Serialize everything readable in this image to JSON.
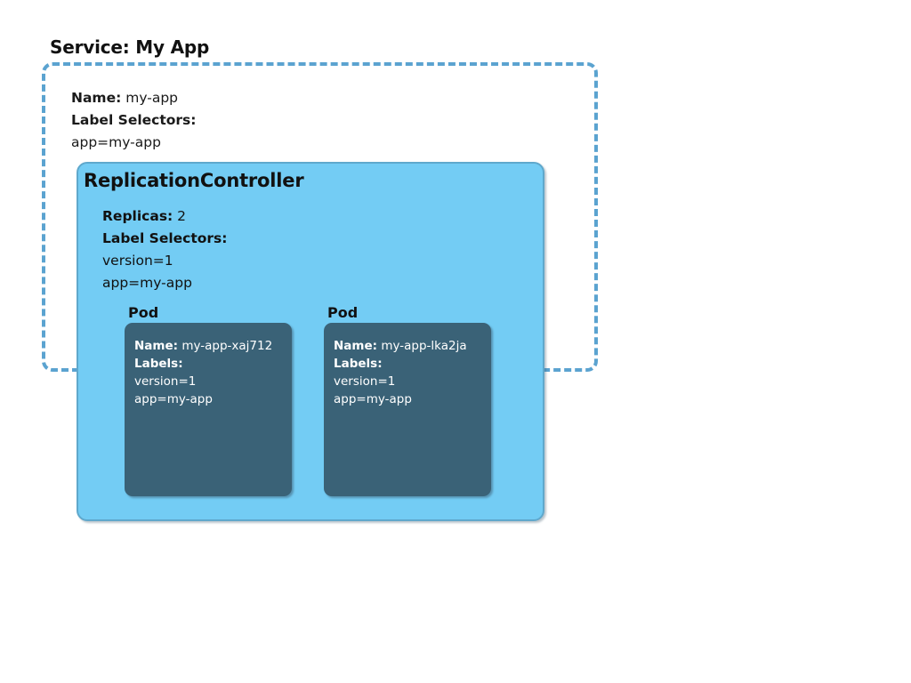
{
  "service": {
    "title": "Service: My App",
    "name_label": "Name:",
    "name_value": " my-app",
    "selectors_label": "Label Selectors:",
    "selectors": "app=my-app",
    "border_color": "#5ba3d0"
  },
  "replication_controller": {
    "title": "ReplicationController",
    "replicas_label": "Replicas:",
    "replicas_value": " 2",
    "selectors_label": "Label Selectors:",
    "selector_version": "version=1",
    "selector_app": "app=my-app",
    "bg_color": "#73ccf4",
    "border_color": "#5fa8cc"
  },
  "pods": [
    {
      "heading": "Pod",
      "name_label": "Name:",
      "name_value": " my-app-xaj712",
      "labels_label": "Labels:",
      "label_version": "version=1",
      "label_app": "app=my-app",
      "bg_color": "#3a6277"
    },
    {
      "heading": "Pod",
      "name_label": "Name:",
      "name_value": " my-app-lka2ja",
      "labels_label": "Labels:",
      "label_version": "version=1",
      "label_app": "app=my-app",
      "bg_color": "#3a6277"
    }
  ]
}
